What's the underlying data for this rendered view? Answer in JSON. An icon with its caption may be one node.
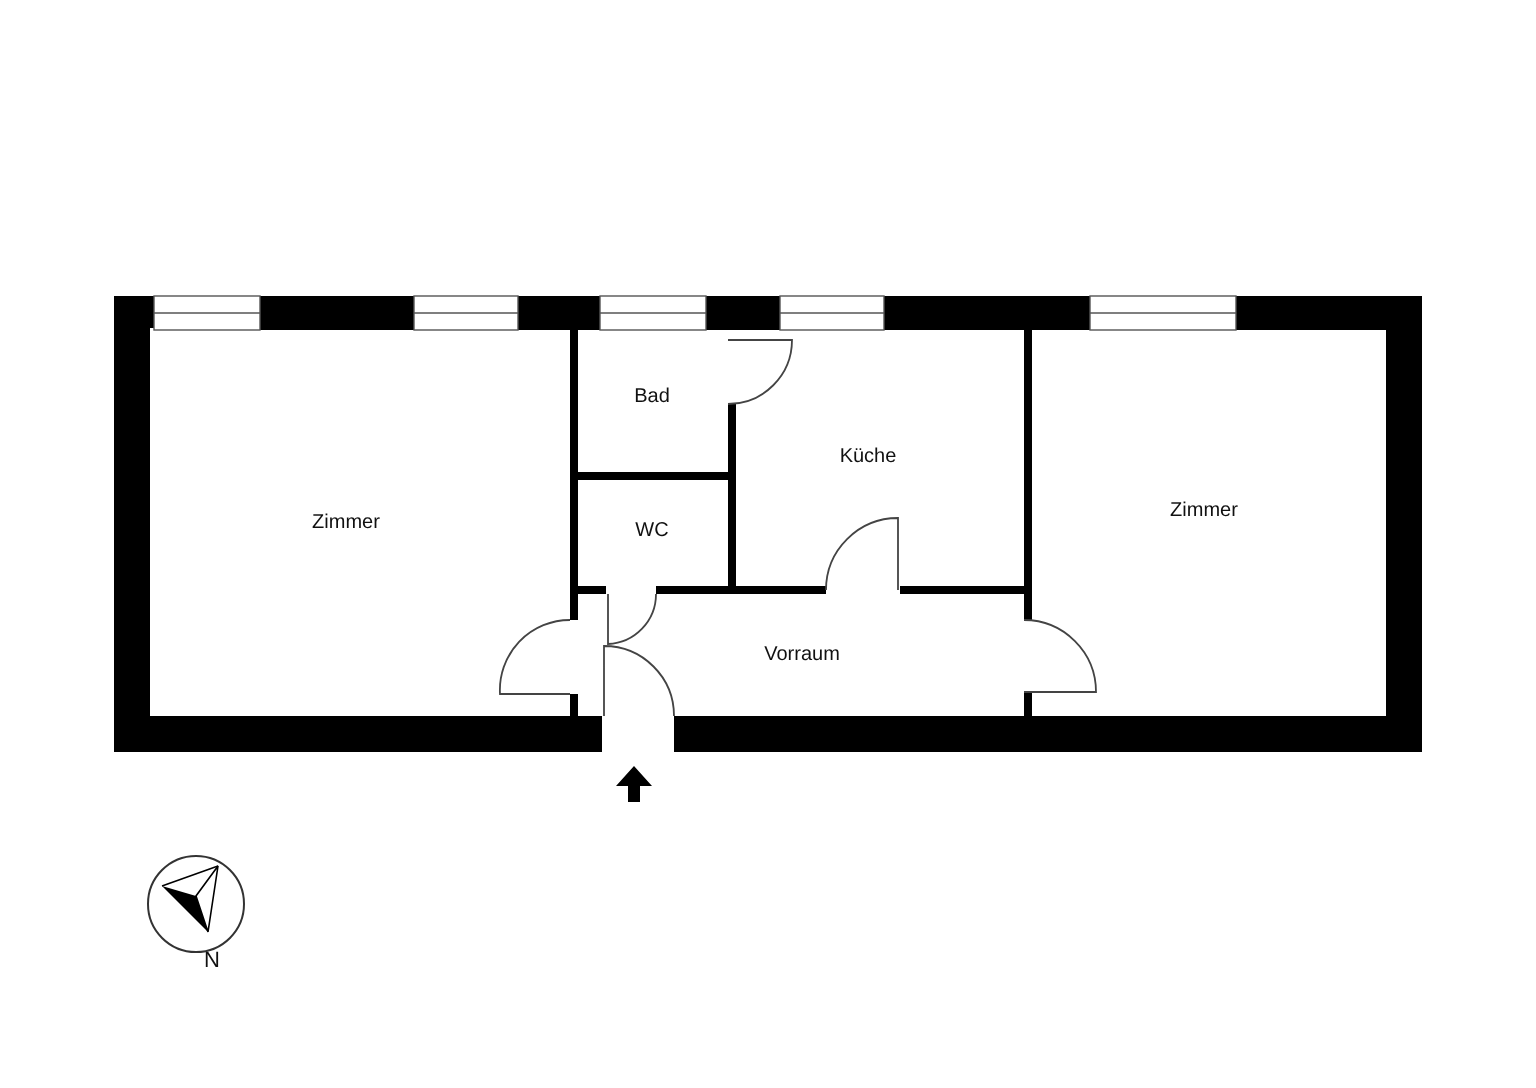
{
  "diagram": {
    "labels": [
      "Bad",
      "Küche",
      "Zimmer",
      "Zimmer",
      "WC",
      "Vorraum",
      "N"
    ]
  }
}
